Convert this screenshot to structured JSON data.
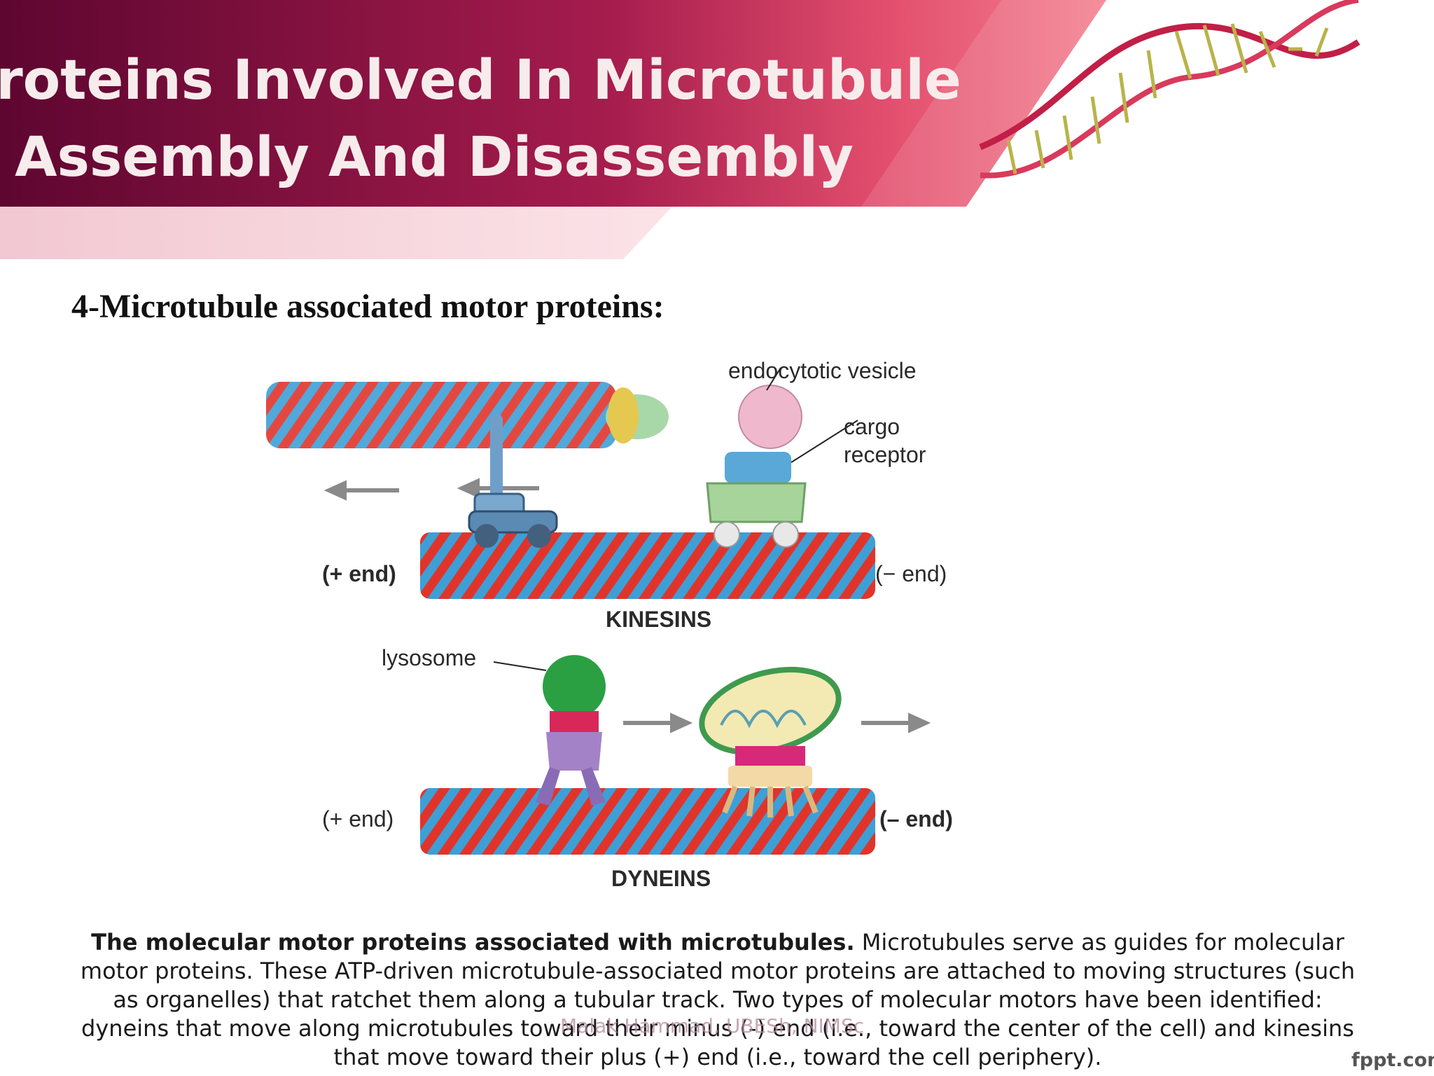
{
  "slide": {
    "title_line1": "Proteins Involved In Microtubule",
    "title_line2": "Assembly And Disassembly",
    "heading": "4-Microtubule associated motor proteins:"
  },
  "figure": {
    "labels": {
      "vesicle": "endocytotic vesicle",
      "cargo1": "cargo",
      "cargo2": "receptor",
      "plus_top": "(+ end)",
      "minus_top": "(− end)",
      "kinesins": "KINESINS",
      "lysosome": "lysosome",
      "plus_bottom": "(+ end)",
      "minus_bottom": "(– end)",
      "dyneins": "DYNEINS"
    }
  },
  "caption": {
    "bold": "The molecular motor proteins associated with microtubules.",
    "text": " Microtubules serve as guides for molecular motor proteins. These ATP-driven microtubule-associated motor proteins are attached to moving structures (such as organelles) that ratchet them along a tubular track. Two types of molecular motors have been identified: dyneins that move along microtubules toward their minus (-) end (i.e., toward the center of the cell) and kinesins that move toward their plus (+) end (i.e., toward the cell periphery)."
  },
  "footer": {
    "watermark": "Malak Hammad, UBESh, NIMSc",
    "brand": "fppt.com"
  },
  "colors": {
    "banner_dark": "#6b0b36",
    "banner_mid": "#a01a49",
    "banner_light": "#f4c9d4",
    "tubulin_red": "#e0342b",
    "tubulin_blue": "#3d9fd6",
    "title_text": "#f7ecec"
  }
}
